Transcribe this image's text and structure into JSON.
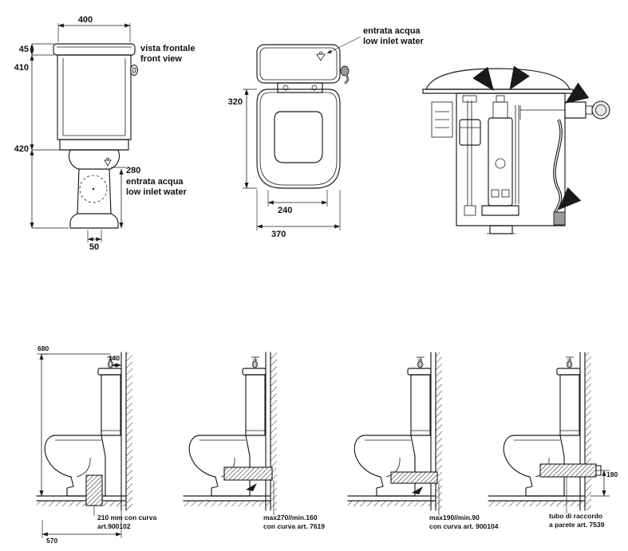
{
  "colors": {
    "line": "#1a1a1a",
    "gray_fill": "#9a9a9a",
    "background": "#ffffff"
  },
  "front_view": {
    "title_it": "vista frontale",
    "title_en": "front view",
    "dim_width": "400",
    "dim_lid": "45",
    "dim_tank": "410",
    "dim_bowl": "420",
    "dim_inlet_height": "280",
    "inlet_label_it": "entrata acqua",
    "inlet_label_en": "low inlet water",
    "dim_outlet": "50"
  },
  "top_view": {
    "inlet_label_it": "entrata acqua",
    "inlet_label_en": "low inlet water",
    "dim_depth": "320",
    "dim_inner_width": "240",
    "dim_width": "370"
  },
  "installations": [
    {
      "dim_height": "680",
      "dim_inlet_offset": "140",
      "note_line1": "210 mm con curva",
      "note_line2": "art.900102",
      "dim_depth": "570"
    },
    {
      "note_line1": "max270//min.160",
      "note_line2": "con curva art. 7619"
    },
    {
      "note_line1": "max190//min.90",
      "note_line2": "con curva art. 900104"
    },
    {
      "note_line1": "tubo di raccordo",
      "note_line2": "a parete art. 7539",
      "dim_outlet_height": "180"
    }
  ]
}
